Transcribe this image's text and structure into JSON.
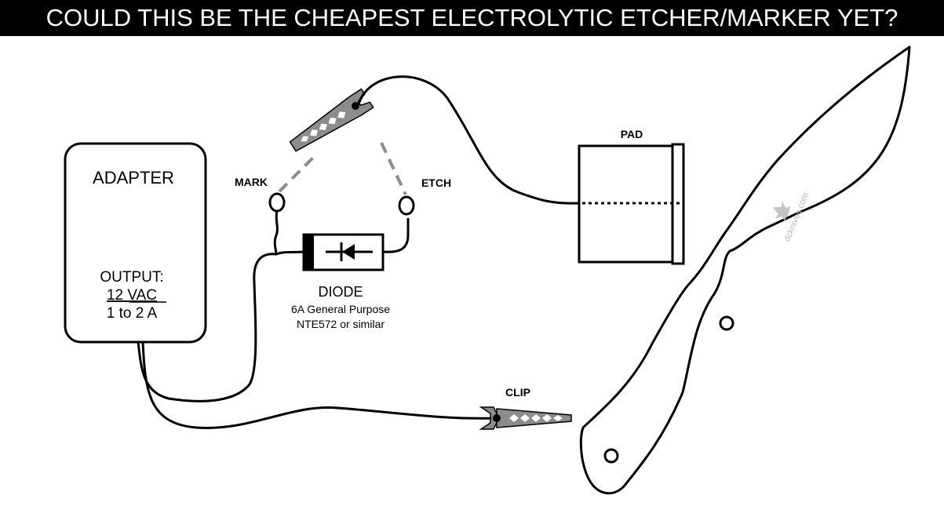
{
  "title": "COULD THIS BE THE CHEAPEST ELECTROLYTIC ETCHER/MARKER YET?",
  "adapter": {
    "label": "ADAPTER",
    "output_label": "OUTPUT:",
    "voltage": "12 VAC",
    "voltage_prefix": "12 ",
    "voltage_unit": "VAC",
    "current": "1 to 2 A",
    "current_prefix": "1 to ",
    "current_unit": "2 A"
  },
  "labels": {
    "mark": "MARK",
    "etch": "ETCH",
    "pad": "PAD",
    "clip": "CLIP"
  },
  "diode": {
    "label": "DIODE",
    "line1": "6A General Purpose",
    "line2": "NTE572 or similar"
  },
  "watermark": "dcknives.com",
  "colors": {
    "title_bg": "#000000",
    "title_fg": "#ffffff",
    "clip_gray": "#8c8c8c",
    "dash_gray": "#8c8c8c",
    "line": "#000000"
  }
}
